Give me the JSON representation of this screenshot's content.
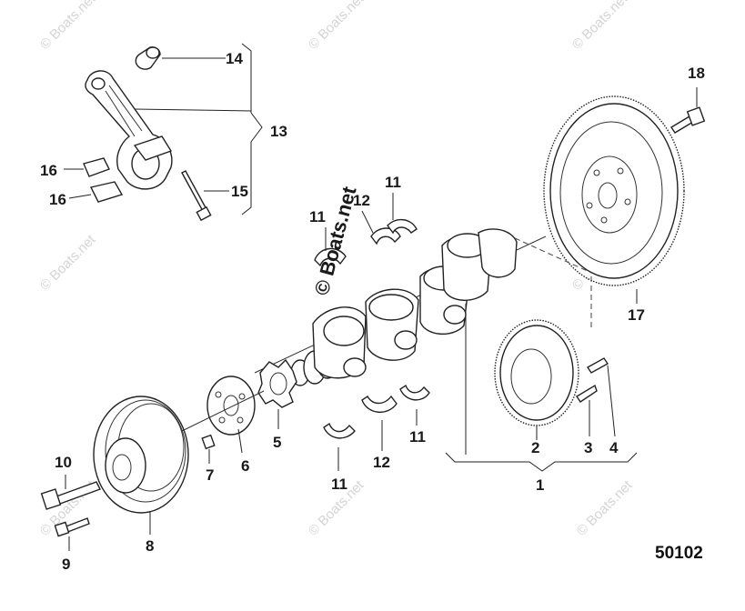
{
  "diagram": {
    "callouts": [
      {
        "id": "c1",
        "text": "1"
      },
      {
        "id": "c2",
        "text": "2"
      },
      {
        "id": "c3",
        "text": "3"
      },
      {
        "id": "c4",
        "text": "4"
      },
      {
        "id": "c5",
        "text": "5"
      },
      {
        "id": "c6",
        "text": "6"
      },
      {
        "id": "c7",
        "text": "7"
      },
      {
        "id": "c8",
        "text": "8"
      },
      {
        "id": "c9",
        "text": "9"
      },
      {
        "id": "c10",
        "text": "10"
      },
      {
        "id": "c11a",
        "text": "11"
      },
      {
        "id": "c11b",
        "text": "11"
      },
      {
        "id": "c11c",
        "text": "11"
      },
      {
        "id": "c11d",
        "text": "11"
      },
      {
        "id": "c12a",
        "text": "12"
      },
      {
        "id": "c12b",
        "text": "12"
      },
      {
        "id": "c13",
        "text": "13"
      },
      {
        "id": "c14",
        "text": "14"
      },
      {
        "id": "c15",
        "text": "15"
      },
      {
        "id": "c16a",
        "text": "16"
      },
      {
        "id": "c16b",
        "text": "16"
      },
      {
        "id": "c17",
        "text": "17"
      },
      {
        "id": "c18",
        "text": "18"
      }
    ],
    "diagram_code": "50102",
    "watermark_small": "© Boats.net",
    "watermark_large": "© Boats.net"
  }
}
